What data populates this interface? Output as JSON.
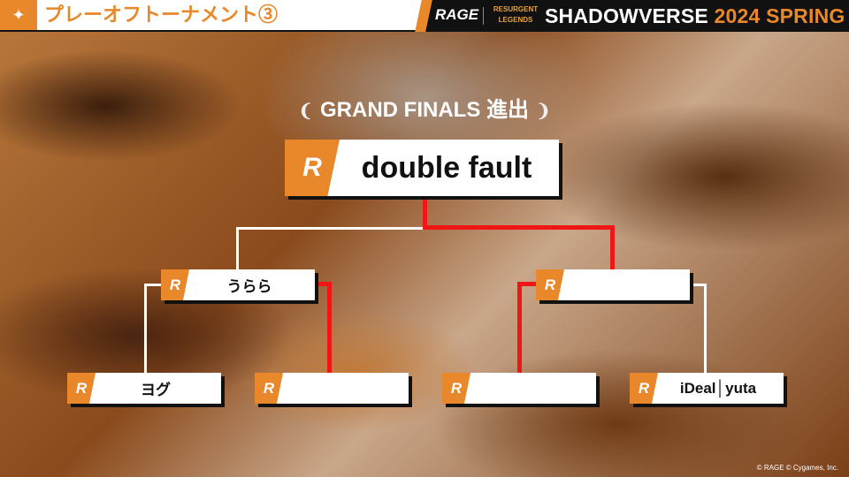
{
  "header": {
    "logo_icon": "tournament-emblem-icon",
    "title": "プレーオフトーナメント③",
    "rage": "RAGE",
    "sponsor_logo": "RESURGENT LEGENDS",
    "brand": "SHADOWVERSE",
    "season": "2024 SPRING"
  },
  "heading": {
    "text": "GRAND FINALS 進出"
  },
  "bracket": {
    "winner": {
      "badge": "R",
      "name": "double fault"
    },
    "semifinals": [
      {
        "badge": "R",
        "name": "うらら"
      },
      {
        "badge": "R",
        "name": ""
      }
    ],
    "quarterfinals": [
      {
        "badge": "R",
        "name": "ヨグ"
      },
      {
        "badge": "R",
        "name": ""
      },
      {
        "badge": "R",
        "name": ""
      },
      {
        "badge": "R",
        "name": "iDeal│yuta"
      }
    ]
  },
  "colors": {
    "accent": "#e8882a",
    "winner_line": "#f01616"
  },
  "footer": {
    "copyright": "© RAGE  © Cygames, Inc."
  }
}
